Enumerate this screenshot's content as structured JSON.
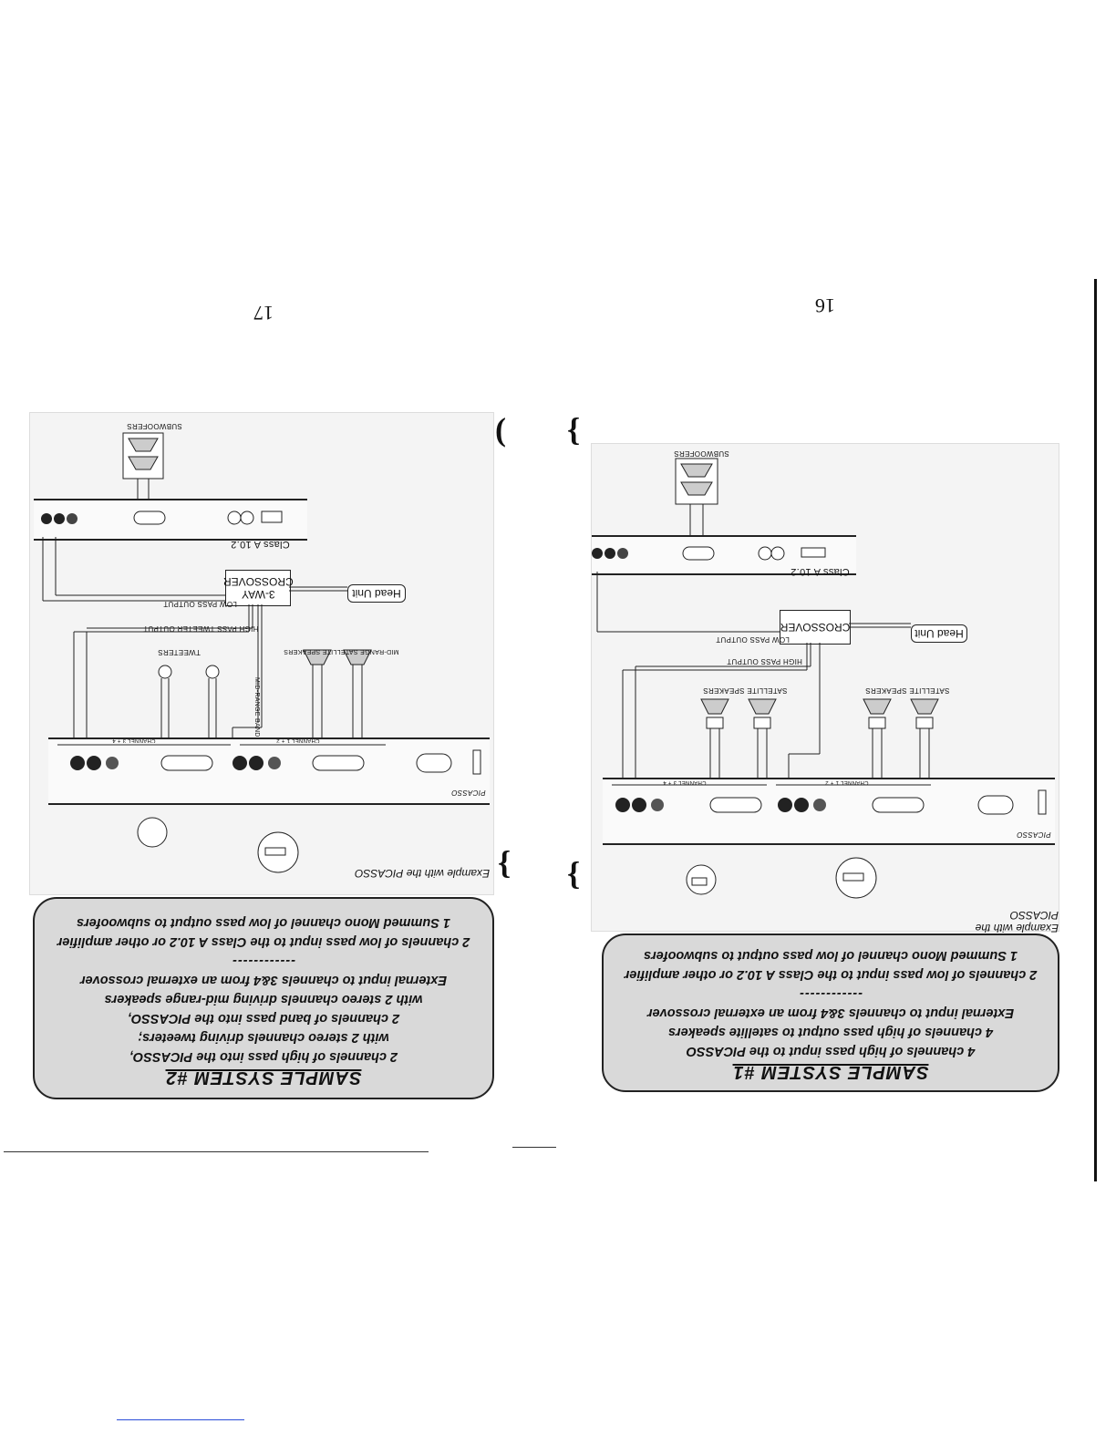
{
  "pages": {
    "left": {
      "page_number": "17",
      "callout": {
        "title": "SAMPLE SYSTEM #2",
        "lines": [
          "2 channels of high pass into the PICASSO,",
          "with 2 stereo channels driving tweeters;",
          "2 channels of band pass into the PICASSO,",
          "with 2 stereo channels driving mid-range speakers",
          "External input to channels 3&4 from an external crossover",
          "------------",
          "2 channels of low pass input to the Class A 10.2 or other amplifier",
          "1 Summed Mono channel of low pass output to subwoofers"
        ]
      },
      "caption": "Example with the PICASSO",
      "diagram": {
        "subwoofers": "SUBWOOFERS",
        "amp_label": "Class A 10.2",
        "crossover_lines": [
          "3-WAY",
          "CROSSOVER"
        ],
        "head_unit": "Head Unit",
        "low_pass_output": "LOW PASS OUTPUT",
        "high_pass_tweeter_output": "HIGH PASS TWEETER OUTPUT",
        "midrange_bandpass_output": "MID-RANGE BANDPASS OUTPUT",
        "tweeters": "TWEETERS",
        "midrange_satellite": "MID-RANGE SATELLITE SPEAKERS",
        "channel_34": "CHANNEL 3 + 4",
        "channel_12": "CHANNEL 1 + 2",
        "amp_brand": "PICASSO"
      }
    },
    "right": {
      "page_number": "16",
      "callout": {
        "title": "SAMPLE SYSTEM #1",
        "lines": [
          "4 channels of high pass input to the PICASSO",
          "4 channels of high pass output to satellite speakers",
          "External input to channels 3&4 from an external crossover",
          "------------",
          "2 channels of low pass input to the Class A 10.2 or other amplifier",
          "1 Summed Mono channel of low pass output to subwoofers"
        ]
      },
      "caption": "Example with the PICASSO",
      "diagram": {
        "subwoofers": "SUBWOOFERS",
        "amp_label": "Class A 10.2",
        "crossover": "CROSSOVER",
        "head_unit": "Head Unit",
        "low_pass_output": "LOW PASS OUTPUT",
        "high_pass_output": "HIGH PASS OUTPUT",
        "satellite_speakers_left": "SATELLITE SPEAKERS",
        "satellite_speakers_right": "SATELLITE SPEAKERS",
        "channel_34": "CHANNEL 3 + 4",
        "channel_12": "CHANNEL 1 + 2",
        "amp_brand": "PICASSO"
      }
    }
  }
}
